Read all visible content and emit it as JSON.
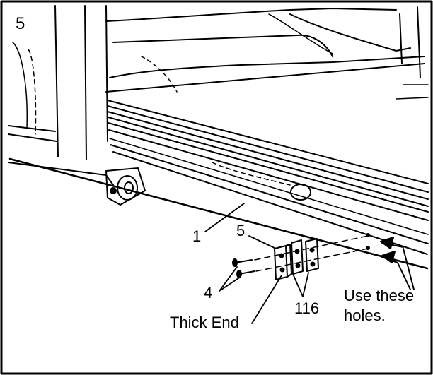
{
  "step_number": "5",
  "callouts": {
    "part_1": "1",
    "part_5": "5",
    "part_4": "4",
    "part_116": "116",
    "thick_end": "Thick End",
    "use_these_line1": "Use these",
    "use_these_line2": "holes."
  }
}
